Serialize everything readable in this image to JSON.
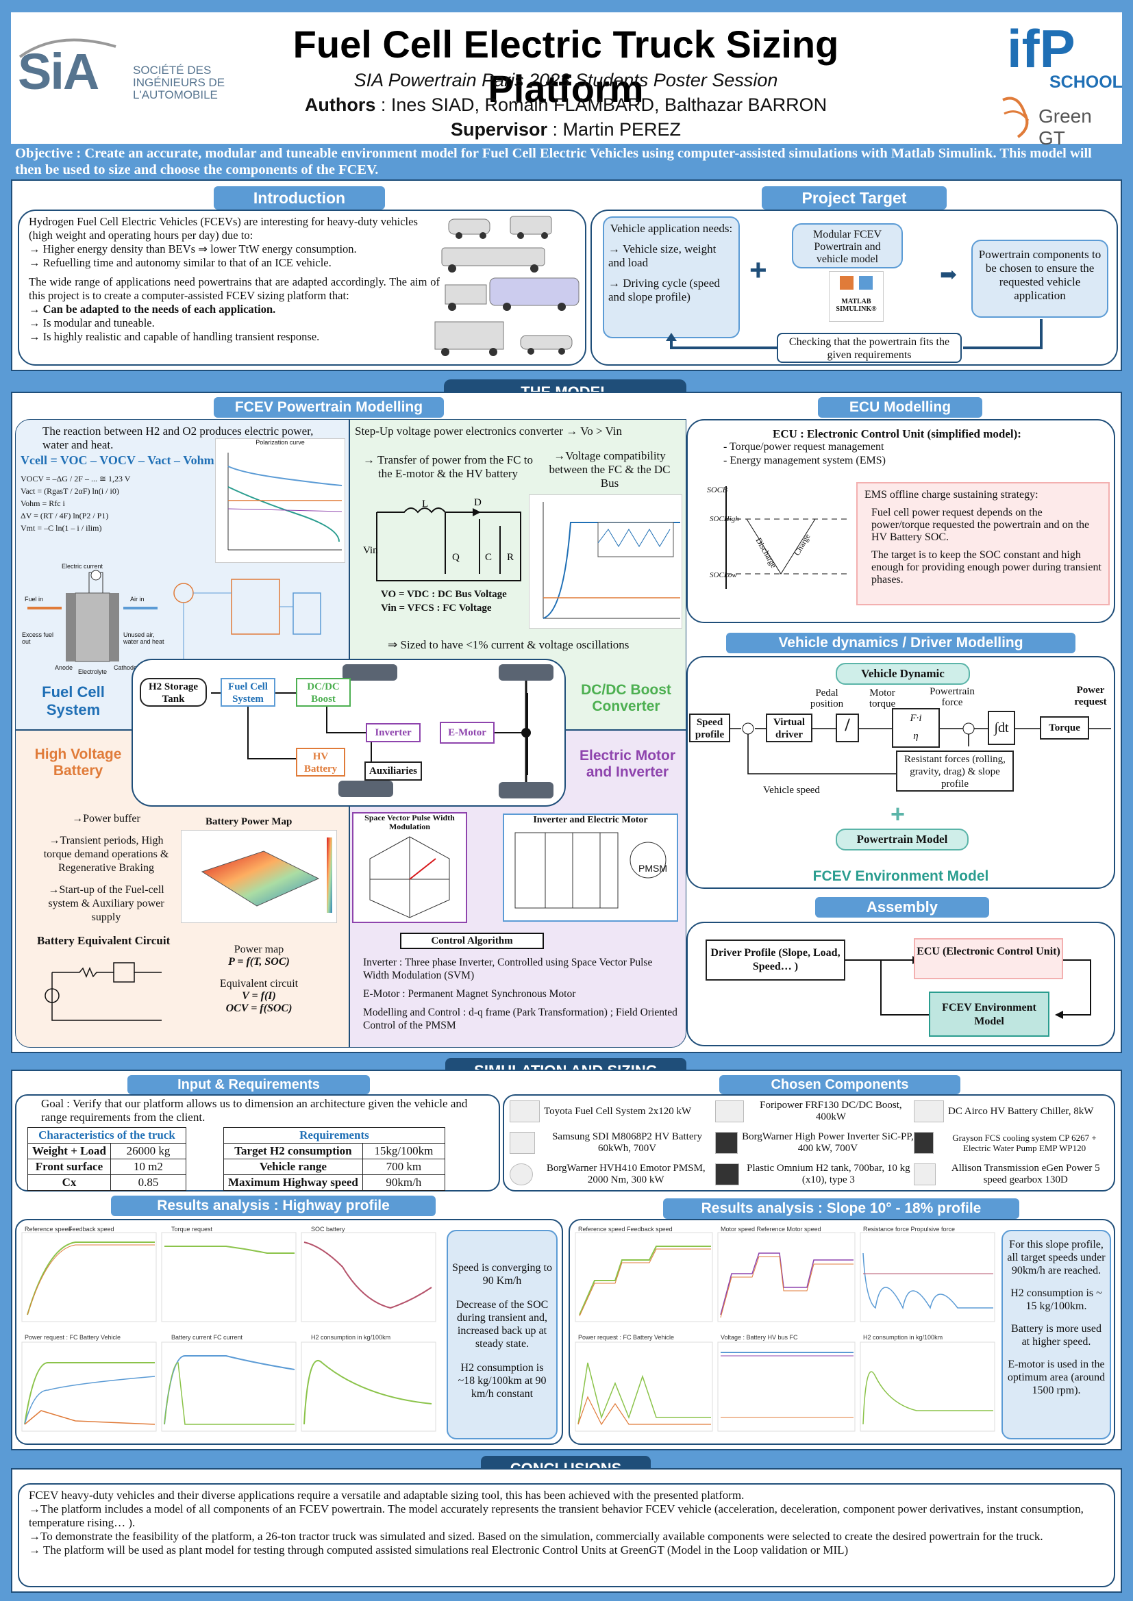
{
  "header": {
    "title": "Fuel Cell Electric Truck Sizing Platform",
    "subtitle": "SIA Powertrain Paris 2023 Students Poster Session",
    "authors_label": "Authors",
    "authors": " : Ines SIAD, Romain FLAMBARD, Balthazar BARRON",
    "supervisor_label": "Supervisor",
    "supervisor": " : Martin PEREZ",
    "sia_logo": "SiA",
    "sia_text": [
      "SOCIÉTÉ DES",
      "INGÉNIEURS DE",
      "L'AUTOMOBILE"
    ],
    "ifp_logo": "ifP",
    "school": "SCHOOL",
    "greengt": "Green GT"
  },
  "objective": "Objective : Create an accurate, modular and tuneable environment model for Fuel Cell Electric Vehicles using computer-assisted simulations with Matlab Simulink. This model will then be used to size and choose the components of the FCEV.",
  "introduction": {
    "heading": "Introduction",
    "p1": "Hydrogen Fuel Cell Electric Vehicles (FCEVs) are interesting for heavy-duty vehicles (high weight and operating hours per day) due to:",
    "b1": "→ Higher energy density than BEVs ⇒ lower TtW energy consumption.",
    "b2": "→ Refuelling time and autonomy similar to that of an ICE vehicle.",
    "p2": "The wide range of applications need powertrains that are adapted accordingly. The aim of this project is to create a computer-assisted FCEV sizing platform that:",
    "c1": "→ Can be adapted to the needs of each application.",
    "c2": "→ Is modular and tuneable.",
    "c3": "→ Is highly realistic and capable of handling transient response."
  },
  "target": {
    "heading": "Project Target",
    "needs_title": "Vehicle application needs:",
    "needs1": "→ Vehicle size, weight and load",
    "needs2": "→ Driving cycle (speed and slope profile)",
    "plus": "+",
    "modular": "Modular FCEV Powertrain and vehicle model",
    "matlab": "MATLAB SIMULINK®",
    "arrow": "➡",
    "chosen": "Powertrain components to be chosen to ensure the requested vehicle application",
    "check": "Checking that the powertrain fits the given requirements"
  },
  "model": {
    "heading": "THE MODEL",
    "fcev_heading": "FCEV Powertrain Modelling",
    "reaction": "The reaction between H2 and O2 produces electric power, water and heat.",
    "vcell": "Vcell = VOC – VOCV – Vact – Vohm – Vmt",
    "eq1": "VOCV = –ΔG / 2F – ... ≅ 1,23 V",
    "eq2": "Vact = (RgasT / 2αF) ln(i / i0)",
    "eq3": "Vohm = Rfc i",
    "eq4": "ΔV = (RT / 4F) ln(P2 / P1)",
    "eq5": "Vmt = –C ln(1 – i / ilim)",
    "polcurve": "Polarization curve",
    "fc_labels": [
      "Electric current",
      "Fuel in",
      "Air in",
      "Excess fuel out",
      "Unused air, water and heat",
      "Anode",
      "Electrolyte",
      "Cathode"
    ],
    "fuel_cell_label": "Fuel Cell System",
    "boost_title": "Step-Up voltage power electronics converter → Vo > Vin",
    "boost_b1": "→ Transfer of power from the FC to the E-motor & the HV battery",
    "boost_b2": "→Voltage compatibility between the FC & the DC Bus",
    "vo": "VO = VDC : DC Bus Voltage",
    "vin": "Vin = VFCS : FC Voltage",
    "sized": "⇒ Sized to have <1% current & voltage oscillations",
    "dcdc_label": "DC/DC Boost Converter",
    "h2": "H2 Storage Tank",
    "fcs": "Fuel Cell System",
    "dcdc": "DC/DC Boost",
    "inverter": "Inverter",
    "emotor": "E-Motor",
    "hvb": "HV Battery",
    "aux": "Auxiliaries",
    "hv_label": "High Voltage Battery",
    "em_label": "Electric Motor and Inverter",
    "batt_b1": "→Power buffer",
    "batt_b2": "→Transient periods, High torque demand operations & Regenerative Braking",
    "batt_b3": "→Start-up of the Fuel-cell system & Auxiliary power supply",
    "bpm": "Battery Power Map",
    "bec": "Battery Equivalent Circuit",
    "pmap": "Power map",
    "pmap_eq": "P = f(T, SOC)",
    "eqc": "Equivalent circuit",
    "eqc1": "V = f(I)",
    "eqc2": "OCV = f(SOC)",
    "svpwm": "Space Vector Pulse Width Modulation",
    "inv_em": "Inverter and Electric Motor",
    "pmsm": "PMSM",
    "ctrl": "Control Algorithm",
    "inv_txt": "Inverter : Three phase Inverter, Controlled using Space Vector Pulse Width Modulation (SVM)",
    "em_txt": "E-Motor : Permanent Magnet Synchronous Motor",
    "mc_txt": "Modelling and Control : d-q frame (Park Transformation) ; Field Oriented Control of the PMSM",
    "ecu_heading": "ECU Modelling",
    "ecu_title": "ECU : Electronic Control Unit (simplified model):",
    "ecu1": "- Torque/power request management",
    "ecu2": "- Energy management system (EMS)",
    "soc_high": "SOCHigh",
    "soc_low": "SOCLow",
    "socb": "SOCB",
    "discharge": "Discharge",
    "charge": "Charge",
    "ems_title": "EMS offline charge sustaining strategy:",
    "ems1": "Fuel cell power request depends on the power/torque requested the powertrain and on the HV Battery SOC.",
    "ems2": "The target is to keep the SOC constant and high enough for providing enough power during transient phases.",
    "vd_heading": "Vehicle dynamics / Driver Modelling",
    "vd_title": "Vehicle Dynamic",
    "speed_profile": "Speed profile",
    "virtual_driver": "Virtual driver",
    "pedal": "Pedal position",
    "motor_torque": "Motor torque",
    "pt_force": "Powertrain force",
    "power_request": "Power request",
    "torque": "Torque",
    "resist": "Resistant forces (rolling, gravity, drag) & slope profile",
    "vspeed": "Vehicle speed",
    "pt_model": "Powertrain Model",
    "env_model": "FCEV Environment Model",
    "assembly_heading": "Assembly",
    "driver_profile": "Driver Profile (Slope, Load, Speed… )",
    "ecu_box": "ECU (Electronic Control Unit)",
    "env_box": "FCEV Environment Model"
  },
  "sim": {
    "heading": "SIMULATION AND SIZING",
    "ir_heading": "Input & Requirements",
    "goal": "Goal : Verify that our platform allows us to dimension an architecture given the vehicle and range requirements from the client.",
    "char_title": "Characteristics of the truck",
    "req_title": "Requirements",
    "char_rows": [
      [
        "Weight + Load",
        "26000 kg"
      ],
      [
        "Front surface",
        "10 m2"
      ],
      [
        "Cx",
        "0.85"
      ]
    ],
    "req_rows": [
      [
        "Target H2 consumption",
        "15kg/100km"
      ],
      [
        "Vehicle range",
        "700 km"
      ],
      [
        "Maximum Highway speed",
        "90km/h"
      ]
    ],
    "comp_heading": "Chosen Components",
    "components": [
      "Toyota Fuel Cell System 2x120 kW",
      "Foripower FRF130 DC/DC Boost, 400kW",
      "DC Airco HV Battery Chiller, 8kW",
      "Samsung SDI M8068P2 HV Battery 60kWh, 700V",
      "BorgWarner High Power Inverter SiC-PP, 400 kW, 700V",
      "Grayson FCS cooling system CP 6267 + Electric Water Pump EMP WP120",
      "BorgWarner HVH410 Emotor PMSM, 2000 Nm, 300 kW",
      "Plastic Omnium H2 tank, 700bar, 10 kg (x10), type 3",
      "Allison Transmission eGen Power 5 speed gearbox 130D"
    ],
    "hw_heading": "Results analysis : Highway profile",
    "hw_note1": "Speed is converging to 90 Km/h",
    "hw_note2": "Decrease of the SOC during transient and, increased back up at steady state.",
    "hw_note3": "H2 consumption is ~18 kg/100km at 90 km/h constant",
    "hw_legends": [
      "Reference speed",
      "Feedback speed",
      "Torque request",
      "SOC battery",
      "Power request : FC Battery Vehicle",
      "Battery current FC current",
      "H2 consumption in kg/100km"
    ],
    "sl_heading": "Results analysis : Slope 10° - 18% profile",
    "sl_legends": [
      "Reference speed   Feedback speed",
      "Motor speed  Reference Motor speed",
      "Resistance force  Propulsive force",
      "Power request : FC Battery Vehicle",
      "Voltage : Battery HV bus FC",
      "H2 consumption in kg/100km"
    ],
    "sl_note1": "For this slope profile, all target speeds under 90km/h are reached.",
    "sl_note2": "H2 consumption is ~ 15 kg/100km.",
    "sl_note3": "Battery is more used at higher speed.",
    "sl_note4": "E-motor is used in the optimum area (around 1500 rpm)."
  },
  "conclusions": {
    "heading": "CONCLUSIONS",
    "l1": "FCEV heavy-duty vehicles and their diverse applications require a versatile and adaptable sizing tool,  this has been achieved with the presented platform.",
    "l2": "→The platform includes a model of all components of an FCEV powertrain. The model accurately represents the transient behavior FCEV vehicle (acceleration, deceleration, component power derivatives, instant consumption, temperature rising… ).",
    "l3": "→To demonstrate the feasibility of the platform, a 26-ton tractor truck was simulated and sized. Based on the simulation, commercially available   components were selected to create the desired powertrain for the truck.",
    "l4": "→ The platform will be used as plant model for testing through computed assisted simulations real Electronic Control Units at GreenGT (Model in the Loop validation or MIL)"
  },
  "colors": {
    "primary": "#1f4e79",
    "accent": "#5b9bd5",
    "teal": "#5ab4a8",
    "hv_orange": "#e07b39",
    "em_purple": "#8e44ad",
    "boost_green": "#4caf50"
  }
}
